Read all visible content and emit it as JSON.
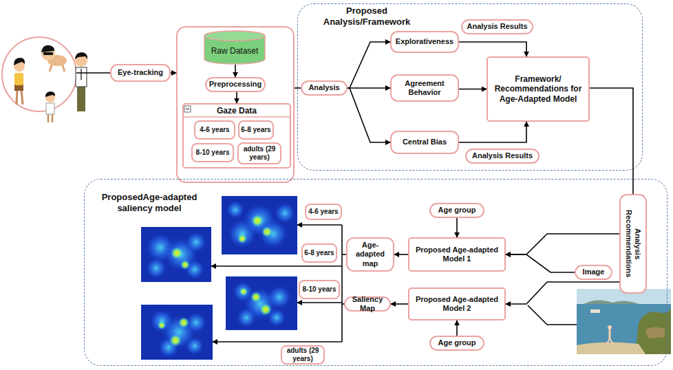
{
  "diagram": {
    "nodes": [
      {
        "text": [
          "Eye-tracking"
        ]
      },
      {
        "text": []
      },
      {
        "text": [
          "Raw Dataset"
        ],
        "in": 1
      },
      {
        "text": [
          "Preprocessing"
        ],
        "in": 1
      },
      {
        "text": [
          "Gaze Data"
        ],
        "in": 1
      },
      {
        "text": [
          "4-6 years"
        ],
        "in": 4
      },
      {
        "text": [
          "6-8 years"
        ],
        "in": 4
      },
      {
        "text": [
          "8-10 years"
        ],
        "in": 4
      },
      {
        "text": [
          "adults (29 years)"
        ],
        "in": 4
      },
      {
        "text": [
          "Proposed Analysis/Framework"
        ]
      },
      {
        "text": [
          "Analysis"
        ],
        "in": 9
      },
      {
        "text": [
          "Explorativeness"
        ],
        "in": 9
      },
      {
        "text": [
          "Analysis Results"
        ],
        "in": 9
      },
      {
        "text": [
          "Agreement Behavior"
        ],
        "in": 9
      },
      {
        "text": [
          "Framework/ Recommendations for Age-Adapted Model"
        ],
        "in": 9
      },
      {
        "text": [
          "Central Bias"
        ],
        "in": 9
      },
      {
        "text": [
          "Analysis Results"
        ],
        "in": 9
      },
      {
        "text": [
          "ProposedAge-adapted saliency model"
        ]
      },
      {
        "text": [
          "Analysis Recommendations"
        ],
        "in": 17
      },
      {
        "text": [
          "Age group"
        ],
        "in": 17
      },
      {
        "text": [
          "Age-adapted map"
        ],
        "in": 17
      },
      {
        "text": [
          "Proposed Age-adapted Model 1"
        ],
        "in": 17
      },
      {
        "text": [
          "Image"
        ],
        "in": 17
      },
      {
        "text": [
          "Proposed Age-adapted Model 2"
        ],
        "in": 17
      },
      {
        "text": [
          "Saliency Map"
        ],
        "in": 17
      },
      {
        "text": [
          "Age group"
        ],
        "in": 17
      },
      {
        "text": [
          "4-6 years"
        ],
        "in": 17
      },
      {
        "text": [
          "6-8 years"
        ],
        "in": 17
      },
      {
        "text": [
          "8-10 years"
        ],
        "in": 17
      },
      {
        "text": [
          "adults (29 years)"
        ],
        "in": 17
      }
    ],
    "edges": [
      {
        "from": 0,
        "to": 1,
        "arrow": "to"
      },
      {
        "from": 2,
        "to": 3,
        "arrow": "to"
      },
      {
        "from": 3,
        "to": 4,
        "arrow": "to"
      },
      {
        "from": 1,
        "to": 10,
        "arrow": "none"
      },
      {
        "from": 10,
        "to": 11,
        "arrow": "to"
      },
      {
        "from": 10,
        "to": 13,
        "arrow": "to"
      },
      {
        "from": 10,
        "to": 15,
        "arrow": "to"
      },
      {
        "from": 11,
        "to": 14,
        "arrow": "to"
      },
      {
        "from": 13,
        "to": 14,
        "arrow": "to"
      },
      {
        "from": 15,
        "to": 14,
        "arrow": "to"
      },
      {
        "from": 14,
        "to": 18,
        "arrow": "none"
      },
      {
        "from": 18,
        "to": 21,
        "arrow": "to"
      },
      {
        "from": 22,
        "to": 21,
        "arrow": "to"
      },
      {
        "from": 18,
        "to": 23,
        "arrow": "to"
      },
      {
        "from": 19,
        "to": 21,
        "arrow": "to"
      },
      {
        "from": 25,
        "to": 23,
        "arrow": "to"
      },
      {
        "from": 21,
        "to": 20,
        "arrow": "to"
      },
      {
        "from": 23,
        "to": 24,
        "arrow": "to"
      }
    ]
  }
}
